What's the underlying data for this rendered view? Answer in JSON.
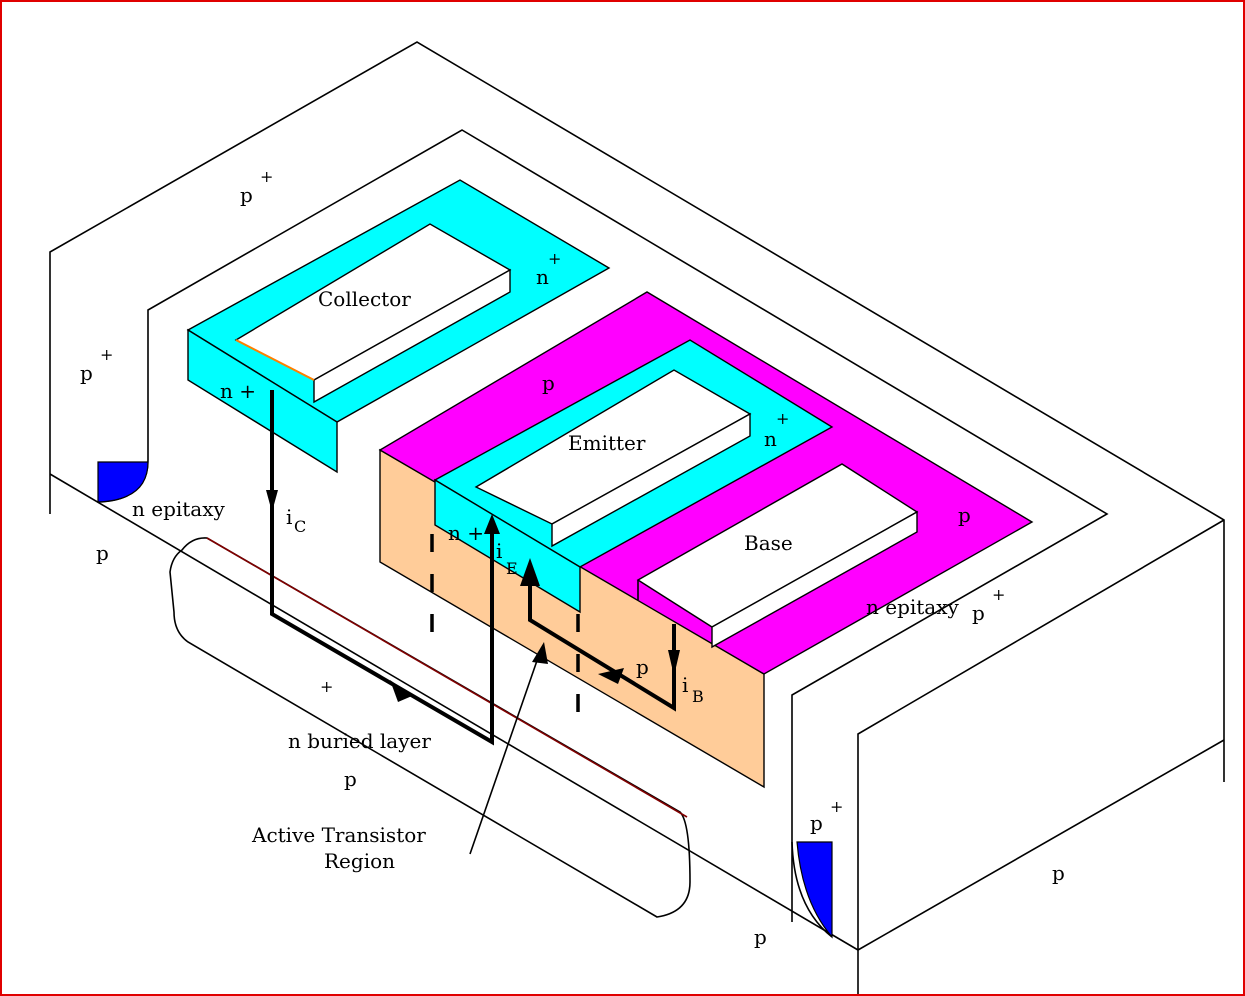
{
  "colors": {
    "border": "#e00000",
    "n_plus": "#00ffff",
    "p_base": "#ff00ff",
    "active_region": "#ffcc99",
    "p_plus_isolation": "#0000ff",
    "buried_layer_edge": "#800000",
    "collector_contact_edge": "#ff8000"
  },
  "labels": {
    "p_plus_top": "p",
    "p_plus_top_sup": "+",
    "p_plus_left": "p",
    "p_plus_left_sup": "+",
    "p_plus_right": "p",
    "p_plus_right_sup": "+",
    "p_plus_bottom_right": "p",
    "p_plus_bottom_right_sup": "+",
    "collector": "Collector",
    "emitter": "Emitter",
    "base": "Base",
    "n_plus_collector_ring": "n",
    "n_plus_collector_ring_sup": "+",
    "n_plus_collector_side": "n +",
    "n_plus_emitter_ring": "n",
    "n_plus_emitter_ring_sup": "+",
    "n_plus_emitter_side": "n +",
    "p_base_top": "p",
    "p_base_right": "p",
    "p_base_side": "p",
    "n_epitaxy_left": "n epitaxy",
    "n_epitaxy_right": "n epitaxy",
    "p_sub_left": "p",
    "p_sub_center": "p",
    "p_sub_bottom": "p",
    "p_sub_right": "p",
    "buried_layer_sup": "+",
    "buried_layer": "n  buried layer",
    "ic_main": "i",
    "ic_sub": "C",
    "ie_main": "i",
    "ie_sub": "E",
    "ib_main": "i",
    "ib_sub": "B",
    "active_line1": "Active Transistor",
    "active_line2": "Region"
  }
}
